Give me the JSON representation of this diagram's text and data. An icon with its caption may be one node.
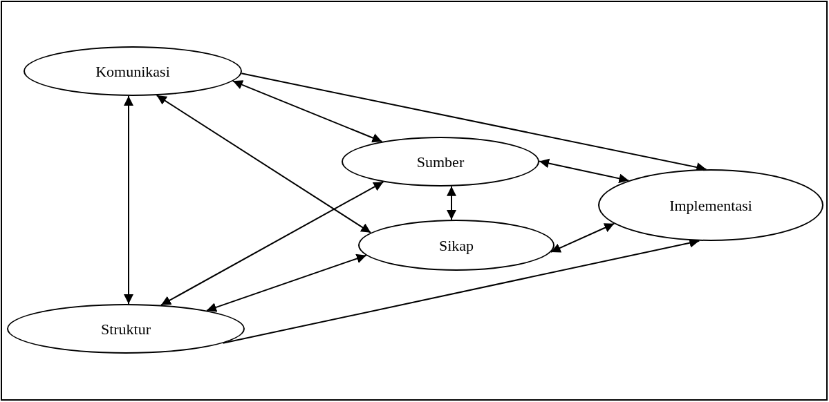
{
  "diagram": {
    "nodes": [
      {
        "text": [
          "Komunikasi"
        ]
      },
      {
        "text": [
          "Sumber"
        ]
      },
      {
        "text": [
          "Implementasi"
        ]
      },
      {
        "text": [
          "Sikap"
        ]
      },
      {
        "text": [
          "Struktur"
        ]
      }
    ],
    "edges": [
      {
        "from": 0,
        "to": 2,
        "arrow": "to"
      },
      {
        "from": 0,
        "to": 1,
        "arrow": "both"
      },
      {
        "from": 0,
        "to": 3,
        "arrow": "both"
      },
      {
        "from": 0,
        "to": 4,
        "arrow": "both"
      },
      {
        "from": 1,
        "to": 2,
        "arrow": "both"
      },
      {
        "from": 1,
        "to": 3,
        "arrow": "both"
      },
      {
        "from": 1,
        "to": 4,
        "arrow": "both"
      },
      {
        "from": 3,
        "to": 2,
        "arrow": "both"
      },
      {
        "from": 3,
        "to": 4,
        "arrow": "both"
      },
      {
        "from": 4,
        "to": 2,
        "arrow": "to"
      }
    ]
  }
}
